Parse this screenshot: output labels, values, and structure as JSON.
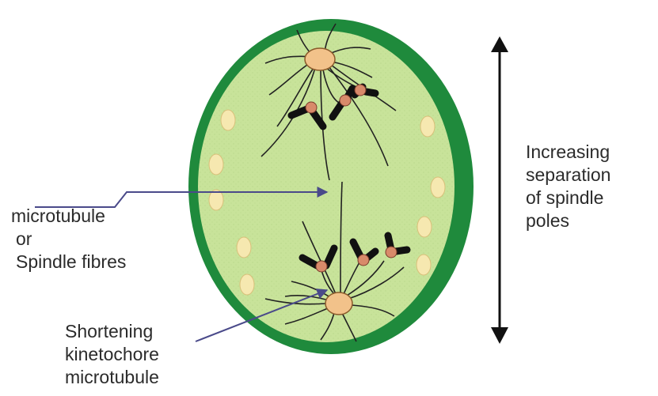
{
  "labels": {
    "fibres": {
      "line1": "microtubule",
      "line2": "or",
      "line3": "Spindle fibres"
    },
    "kinetochore": {
      "line1": "Shortening",
      "line2": "kinetochore",
      "line3": "microtubule"
    },
    "separation": {
      "line1": "Increasing",
      "line2": "separation",
      "line3": "of spindle",
      "line4": "poles"
    }
  },
  "colors": {
    "cell_wall": "#1f8a3c",
    "cytoplasm": "#c8e39a",
    "centrosome": "#f2c28a",
    "kinetochore": "#d88a6a",
    "chromosome": "#111111",
    "granule": "#f6e8b0",
    "pointer": "#4a4a8a"
  }
}
